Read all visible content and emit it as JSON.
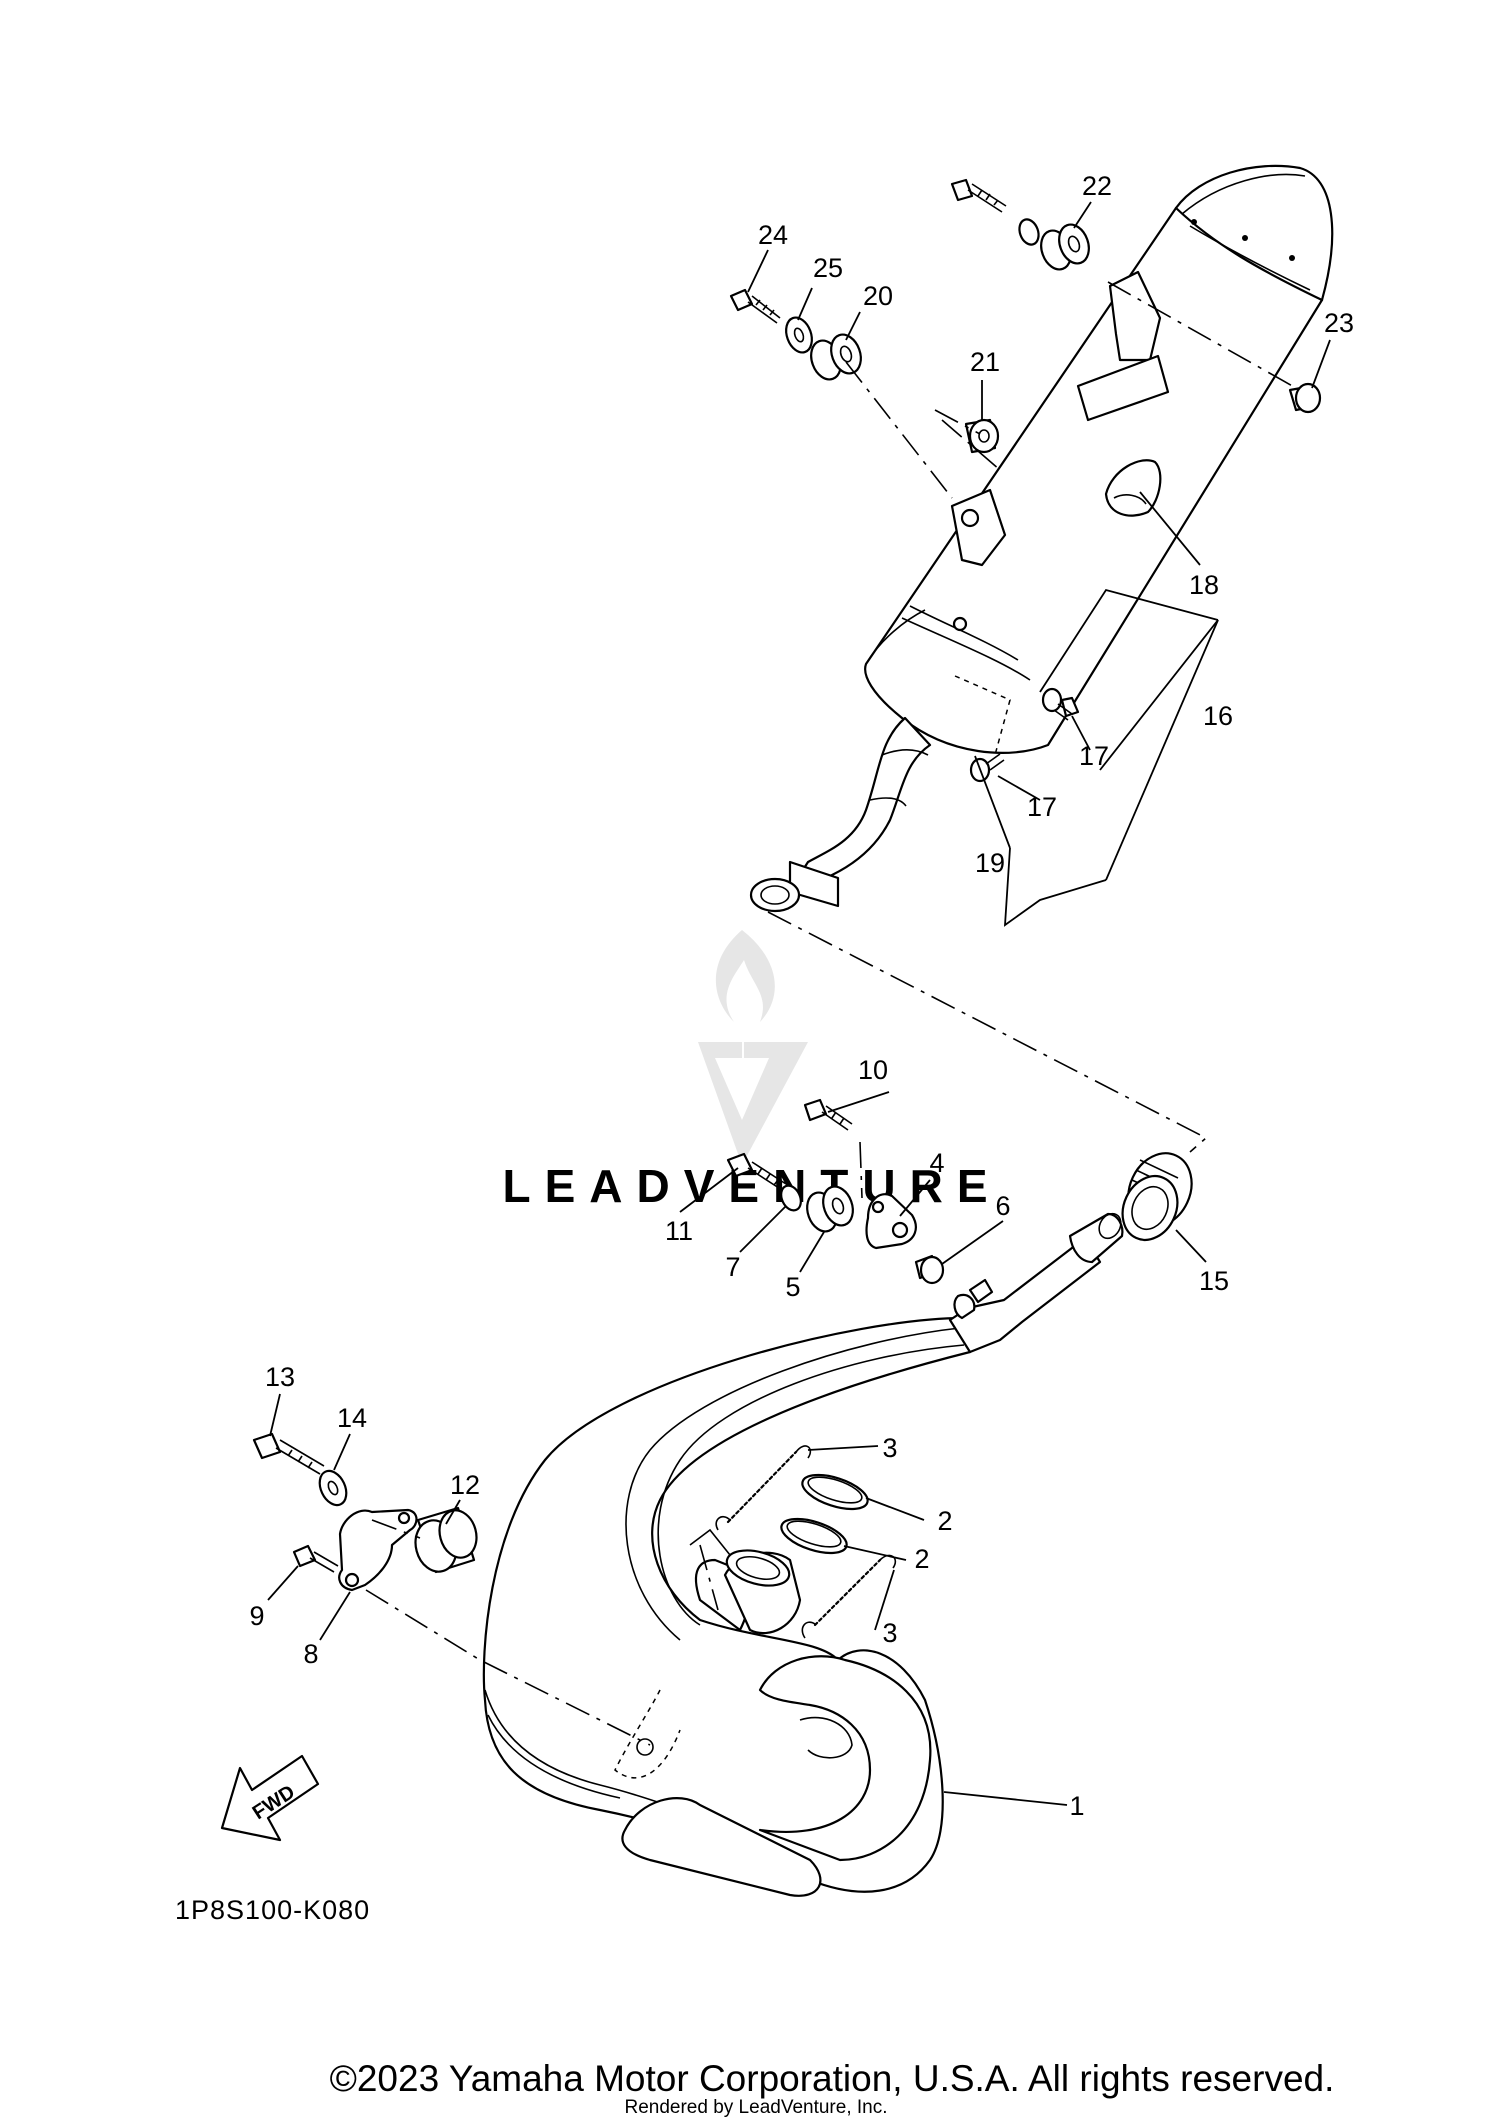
{
  "watermark": {
    "text": "LEADVENTURE",
    "logo_icon": "leadventure-flame-logo-icon"
  },
  "callouts": [
    "1",
    "2",
    "2",
    "3",
    "3",
    "4",
    "5",
    "6",
    "7",
    "8",
    "9",
    "10",
    "11",
    "12",
    "13",
    "14",
    "15",
    "16",
    "17",
    "17",
    "18",
    "19",
    "20",
    "21",
    "22",
    "23",
    "24",
    "25"
  ],
  "fwd_label": "FWD",
  "diagram_code": "1P8S100-K080",
  "copyright": "©2023 Yamaha Motor Corporation, U.S.A. All rights reserved.",
  "rendered_by": "Rendered by LeadVenture, Inc."
}
